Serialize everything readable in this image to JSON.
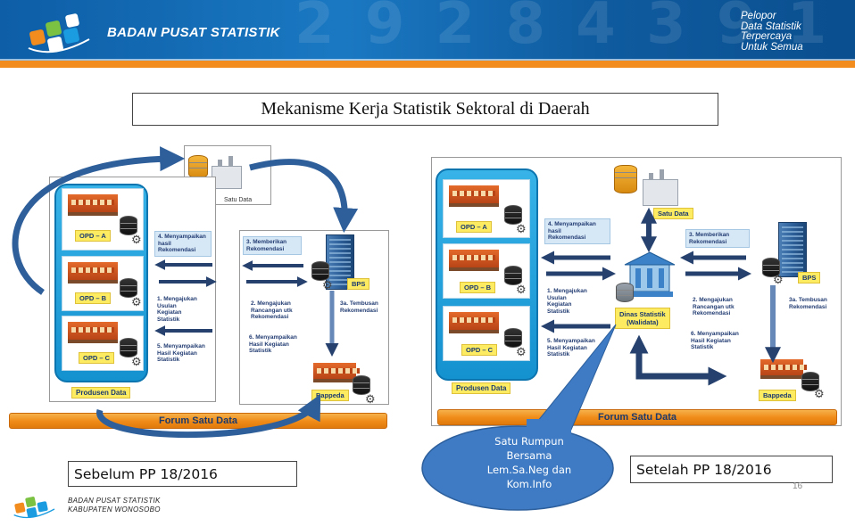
{
  "header": {
    "brand": "BADAN PUSAT STATISTIK",
    "slogan": [
      "Pelopor",
      "Data Statistik",
      "Terpercaya",
      "Untuk Semua"
    ],
    "deco_digits": "2 9 2 8 4 3 9 1 2"
  },
  "title": "Mekanisme Kerja Statistik Sektoral di Daerah",
  "before": {
    "caption": "Sebelum PP 18/2016",
    "satu_data": "Satu Data",
    "opd": [
      "OPD – A",
      "OPD – B",
      "OPD – C"
    ],
    "produsen": "Produsen Data",
    "steps_left": [
      "4. Menyampaikan\nhasil\nRekomendasi",
      "1. Mengajukan\nUsulan\nKegiatan\nStatistik",
      "5. Menyampaikan\nHasil Kegiatan\nStatistik"
    ],
    "steps_right": [
      "3. Memberikan\nRekomendasi",
      "2. Mengajukan\nRancangan utk\nRekomendasi",
      "6. Menyampaikan\nHasil Kegiatan\nStatistik"
    ],
    "tembusan": "3a. Tembusan\nRekomendasi",
    "bps": "BPS",
    "bappeda": "Bappeda",
    "forum": "Forum Satu Data"
  },
  "after": {
    "caption": "Setelah  PP 18/2016",
    "satu_data": "Satu Data",
    "opd": [
      "OPD – A",
      "OPD – B",
      "OPD – C"
    ],
    "produsen": "Produsen Data",
    "steps_left": [
      "4. Menyampaikan\nhasil\nRekomendasi",
      "1. Mengajukan\nUsulan\nKegiatan\nStatistik",
      "5. Menyampaikan\nHasil Kegiatan\nStatistik"
    ],
    "steps_right": [
      "3. Memberikan\nRekomendasi",
      "2. Mengajukan\nRancangan utk\nRekomendasi",
      "6. Menyampaikan\nHasil Kegiatan\nStatistik"
    ],
    "tembusan": "3a. Tembusan\nRekomendasi",
    "dinas": "Dinas Statistik\n(Walidata)",
    "bps": "BPS",
    "bappeda": "Bappeda",
    "forum": "Forum Satu Data"
  },
  "bubble": "Satu Rumpun\nBersama\nLem.Sa.Neg dan\nKom.Info",
  "page_number": "16",
  "footer": {
    "line1": "BADAN PUSAT STATISTIK",
    "line2": "KABUPATEN WONOSOBO"
  },
  "colors": {
    "header_blue": "#1a78c2",
    "accent_orange": "#f28c1e",
    "tower_blue": "#1491cf",
    "label_yellow": "#fdeb61",
    "arrow_blue": "#2f5f9a",
    "bubble_blue": "#3e7bc4"
  },
  "icons": [
    "bps-logo-icon",
    "database-icon",
    "gear-icon",
    "factory-icon",
    "server-icon",
    "dinas-building-icon"
  ]
}
